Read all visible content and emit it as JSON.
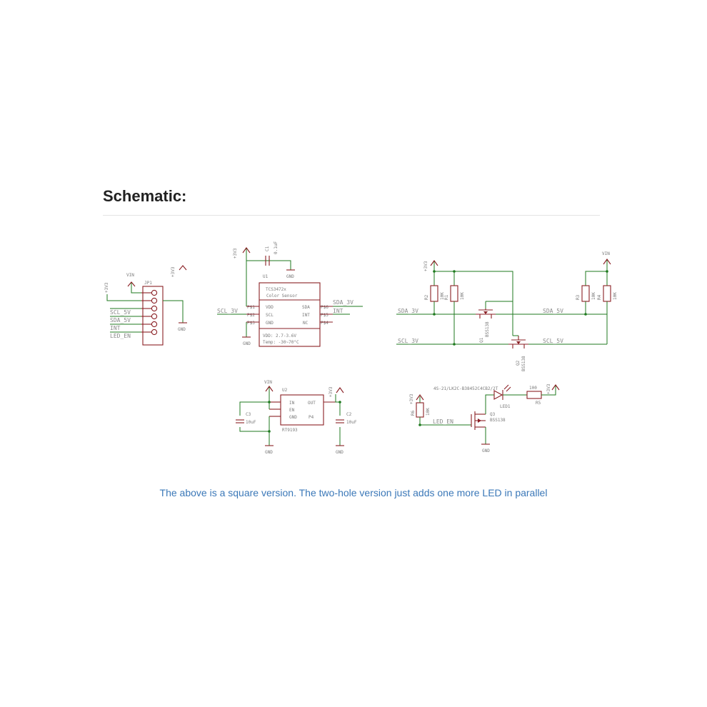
{
  "section": {
    "heading": "Schematic:"
  },
  "caption": "The above is a square version. The two-hole version just adds one more LED in parallel",
  "schematic": {
    "connector": {
      "ref": "JP1",
      "pins": [
        "SCL_5V",
        "SDA_5V",
        "INT",
        "LED_EN"
      ],
      "vin": "VIN",
      "rail3v3_a": "+3V3",
      "rail3v3_b": "+3V3",
      "gnd": "GND"
    },
    "sensor": {
      "ref": "U1",
      "part": "TCS3472x",
      "desc": "Color Sensor",
      "left_pins": [
        "VDD",
        "SCL",
        "GND"
      ],
      "right_pins": [
        "SDA",
        "INT",
        "NC"
      ],
      "left_nums": [
        "P$1",
        "P$2",
        "P$3"
      ],
      "right_nums": [
        "P$6",
        "P$5",
        "P$4"
      ],
      "vdd_spec": "VDD: 2.7-3.6V",
      "temp_spec": "Temp: -30~70°C",
      "net_scl": "SCL_3V",
      "net_sda": "SDA_3V",
      "net_int": "INT",
      "rail": "+3V3",
      "cap_ref": "C1",
      "cap_val": "0.1uF",
      "gnd_top": "GND",
      "gnd_bot": "GND"
    },
    "level_shifter": {
      "rail": "+3V3",
      "vin": "VIN",
      "res_refs": [
        "R2",
        "R1",
        "R3",
        "R4"
      ],
      "res_vals": [
        "10K",
        "10K",
        "10K",
        "10K"
      ],
      "fet_refs": [
        "Q1",
        "Q2"
      ],
      "fet_part": "BSS138",
      "nets": [
        "SDA_3V",
        "SDA_5V",
        "SCL_3V",
        "SCL_5V"
      ]
    },
    "regulator": {
      "ref": "U2",
      "part": "RT9193",
      "vin": "VIN",
      "rail": "+3V3",
      "left_pins": [
        "IN",
        "EN",
        "GND"
      ],
      "right_pins": [
        "OUT",
        "P4"
      ],
      "cap_in_ref": "C3",
      "cap_in_val": "10uF",
      "cap_out_ref": "C2",
      "cap_out_val": "10uF",
      "gnd_a": "GND",
      "gnd_b": "GND"
    },
    "led_driver": {
      "rail": "+3V3",
      "out_rail": "+3V3",
      "r_ref": "R6",
      "r_val": "10K",
      "led_part": "4S-21/LK2C-B38452C4CB2/2T",
      "led_ref": "LED1",
      "r_led_ref": "R5",
      "r_led_val": "100",
      "fet_ref": "Q3",
      "fet_part": "BSS138",
      "net": "LED_EN",
      "gnd": "GND"
    }
  }
}
